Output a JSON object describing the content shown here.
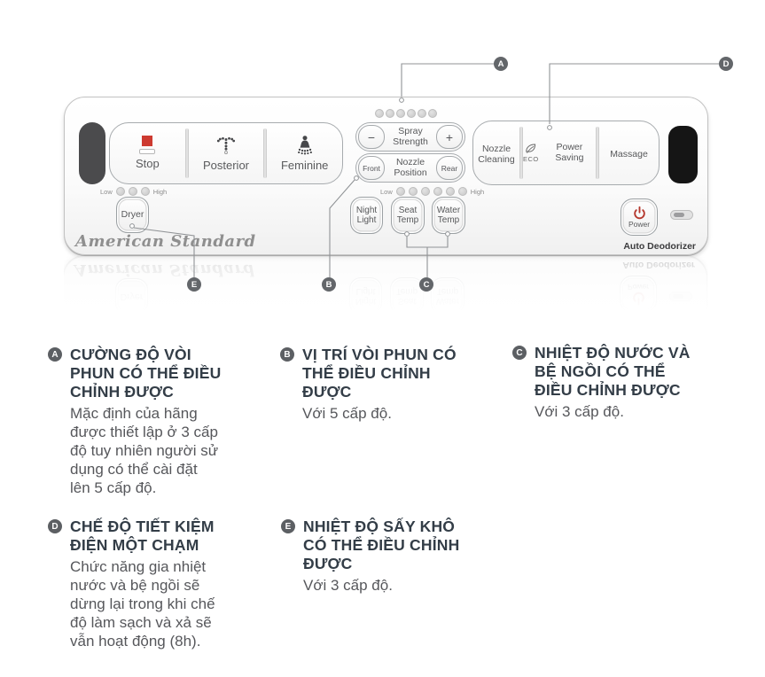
{
  "theme": {
    "accent_red": "#cd3a30",
    "badge_gray": "#63666a",
    "title_color": "#333d47",
    "body_color": "#56575b",
    "line_color": "#909396"
  },
  "panel": {
    "brand": "American Standard",
    "footer_label": "Auto Deodorizer",
    "scale": {
      "low": "Low",
      "high": "High"
    },
    "main_buttons": {
      "stop": "Stop",
      "posterior": "Posterior",
      "feminine": "Feminine"
    },
    "dryer": "Dryer",
    "spray": {
      "label": "Spray Strength",
      "minus": "−",
      "plus": "+"
    },
    "nozzle": {
      "label": "Nozzle Position",
      "front": "Front",
      "rear": "Rear"
    },
    "temp_buttons": {
      "night_light": "Night Light",
      "seat_temp": "Seat Temp",
      "water_temp": "Water Temp"
    },
    "mode_buttons": {
      "nozzle_cleaning": "Nozzle Cleaning",
      "eco": "ECO",
      "power_saving": "Power Saving",
      "massage": "Massage"
    },
    "power": "Power"
  },
  "callouts": {
    "a": "A",
    "b": "B",
    "c": "C",
    "d": "D",
    "e": "E"
  },
  "sections": [
    {
      "letter": "A",
      "title": "CƯỜNG ĐỘ VÒI\nPHUN CÓ THỂ ĐIỀU\nCHỈNH ĐƯỢC",
      "body": "Mặc định của hãng\nđược thiết lập ở 3 cấp\nđộ tuy nhiên người sử\ndụng có thể cài đặt\nlên 5 cấp độ."
    },
    {
      "letter": "B",
      "title": "VỊ TRÍ VÒI PHUN CÓ\nTHỂ ĐIỀU CHỈNH\nĐƯỢC",
      "body": "Với 5 cấp độ."
    },
    {
      "letter": "C",
      "title": "NHIỆT ĐỘ NƯỚC VÀ\nBỆ NGỒI CÓ THỂ\nĐIỀU CHỈNH ĐƯỢC",
      "body": "Với 3 cấp độ."
    },
    {
      "letter": "D",
      "title": "CHẾ ĐỘ TIẾT KIỆM\nĐIỆN MỘT CHẠM",
      "body": "Chức năng gia nhiệt\nnước và bệ ngồi sẽ\ndừng lại trong khi chế\nđộ làm sạch và xả sẽ\nvẫn hoạt động (8h)."
    },
    {
      "letter": "E",
      "title": "NHIỆT ĐỘ SẤY KHÔ\nCÓ THỂ ĐIỀU CHỈNH\nĐƯỢC",
      "body": "Với 3 cấp độ."
    }
  ]
}
